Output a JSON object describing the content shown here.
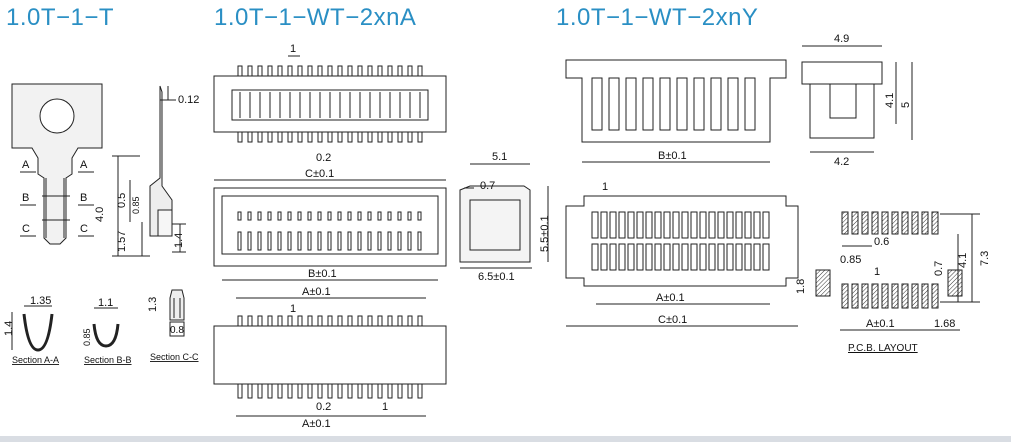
{
  "headings": {
    "terminal": "1.0T−1−T",
    "housing_a": "1.0T−1−WT−2xnA",
    "housing_y": "1.0T−1−WT−2xnY"
  },
  "terminal": {
    "dim_thickness": "0.12",
    "dim_length": "4.0",
    "dim_upper": "0.5",
    "dim_085": "0.85",
    "dim_157": "1.57",
    "dim_14": "1.4",
    "sec_a": "A",
    "sec_b": "B",
    "sec_c": "C"
  },
  "sections": {
    "a_width": "1.35",
    "a_height": "1.4",
    "a_label": "Section A-A",
    "b_width": "1.1",
    "b_height": "0.85",
    "b_label": "Section B-B",
    "c_height": "1.3",
    "c_width": "0.8",
    "c_label": "Section C-C"
  },
  "housing_a": {
    "pitch": "1",
    "pitch_small": "0.2",
    "dim_c": "C±0.1",
    "dim_b": "B±0.1",
    "dim_a": "A±0.1",
    "side_width": "5.1",
    "side_wall": "0.7",
    "side_height": "5.5±0.1",
    "side_base": "6.5±0.1",
    "bottom_pitch": "1",
    "bottom_small": "0.2",
    "bottom_pitch2": "1",
    "bottom_a": "A±0.1"
  },
  "housing_y": {
    "dim_b": "B±0.1",
    "side_width": "4.9",
    "side_h1": "4.1",
    "side_h2": "5",
    "side_base": "4.2",
    "top_pitch": "1",
    "dim_a": "A±0.1",
    "dim_c": "C±0.1"
  },
  "pcb": {
    "pad_gap": "0.6",
    "dim_085": "0.85",
    "pitch": "1",
    "dim_07": "0.7",
    "dim_41": "4.1",
    "dim_73": "7.3",
    "dim_18": "1.8",
    "dim_a": "A±0.1",
    "dim_168": "1.68",
    "label": "P.C.B. LAYOUT"
  }
}
